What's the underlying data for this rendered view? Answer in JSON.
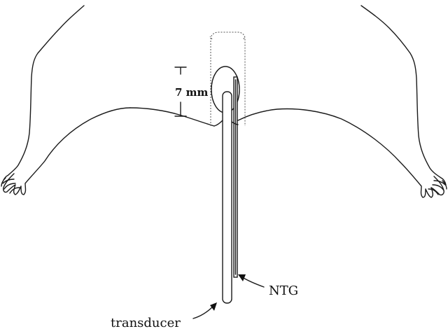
{
  "labels": {
    "measurement": "7 mm",
    "catheter": "NTG",
    "probe": "transducer"
  }
}
